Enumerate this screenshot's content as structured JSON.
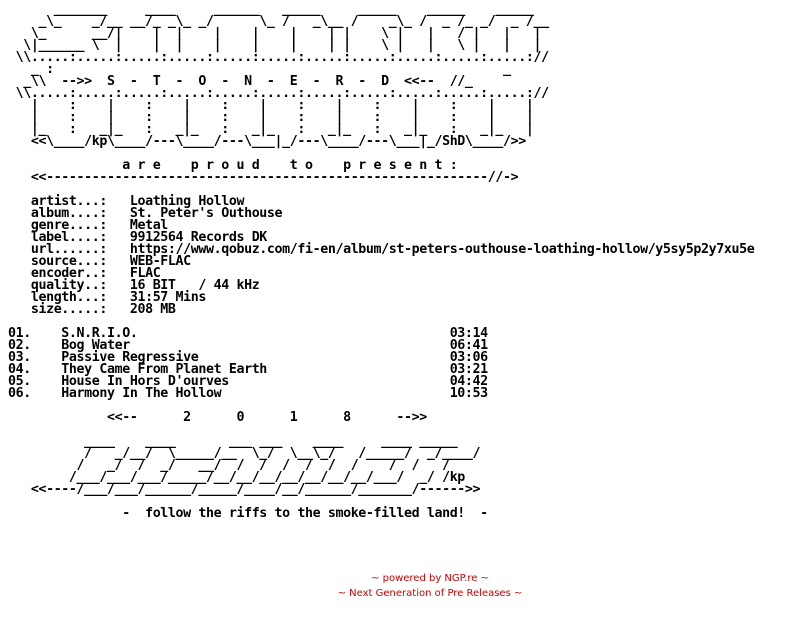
{
  "nfo_text": "      _______     ____     ______   _____     _____    _____    _____\n    _\\_    _/__ __/_ _\\_ _/      \\_ /   _\\__ /    _\\_ /  _ /_ _/  _ /__\n   \\_      __/|    |  |    |    |    |    | |    \\ |   |   / |   |   |\n  \\|______ \\  |    |  |    |    |    |    | |    \\ |   |   \\ |   |   |\n \\\\.....:.....:.....:.....:.....:.....:.....:.....:.....:.....:.....://\n   _ :                                                           _\n  _\\\\  -->>  S  -  T  -  O  -  N  -  E  -  R  -  D  <<--  //_\n \\\\.....:.....:.....:.....:.....:.....:.....:.....:.....:.....:.....://\n   |    :    |    :    |    :    |    :    |    :    |    :    |    |\n   |    :    |    :    |    :    |    :    |    :    |    :    |    |\n   |_   :   _|_   :   _|_   :   _|_   :   _|_   :   _|_   :   _|_   |\n   <<\\____/kp\\____/---\\____/---\\___|_/---\\____/---\\___|_/ShD\\____/>>\n\n               a r e    p r o u d    t o    p r e s e n t :\n   <<----------------------------------------------------------//->\n\n   artist...:   Loathing Hollow\n   album....:   St. Peter's Outhouse\n   genre....:   Metal\n   label....:   9912564 Records DK\n   url......:   https://www.qobuz.com/fi-en/album/st-peters-outhouse-loathing-hollow/y5sy5p2y7xu5e\n   source...:   WEB-FLAC\n   encoder..:   FLAC\n   quality..:   16 BIT   / 44 kHz\n   length...:   31:57 Mins\n   size.....:   208 MB\n\n01.    S.N.R.I.O.                                         03:14\n02.    Bog Water                                          06:41\n03.    Passive Regressive                                 03:06\n04.    They Came From Planet Earth                        03:21\n05.    House In Hors D'ourves                             04:42\n06.    Harmony In The Hollow                              10:53\n\n             <<--      2      0      1      8      -->>\n\n          ____    ____       ___ ___    ____     ____ _____\n          /   _/__/  \\_____/__  \\_/  \\__\\_/   /_____/  _/____/\n         /   _/  /  _/   __/  /  /  /  /  /  /    /  /   /\n        /___/___/___/_____/__/__/__/__/__/__/__/___/  _/ /kp\n   <<----/___/___/______/_____/____/__/______/_______/------>>\n\n               -  follow the riffs to the smoke-filled land!  -",
  "footer": {
    "line1": "~ powered by NGP.re ~",
    "line2": "~ Next Generation of Pre Releases ~"
  },
  "colors": {
    "text": "#000000",
    "footer": "#cc0000",
    "background": "#ffffff"
  }
}
